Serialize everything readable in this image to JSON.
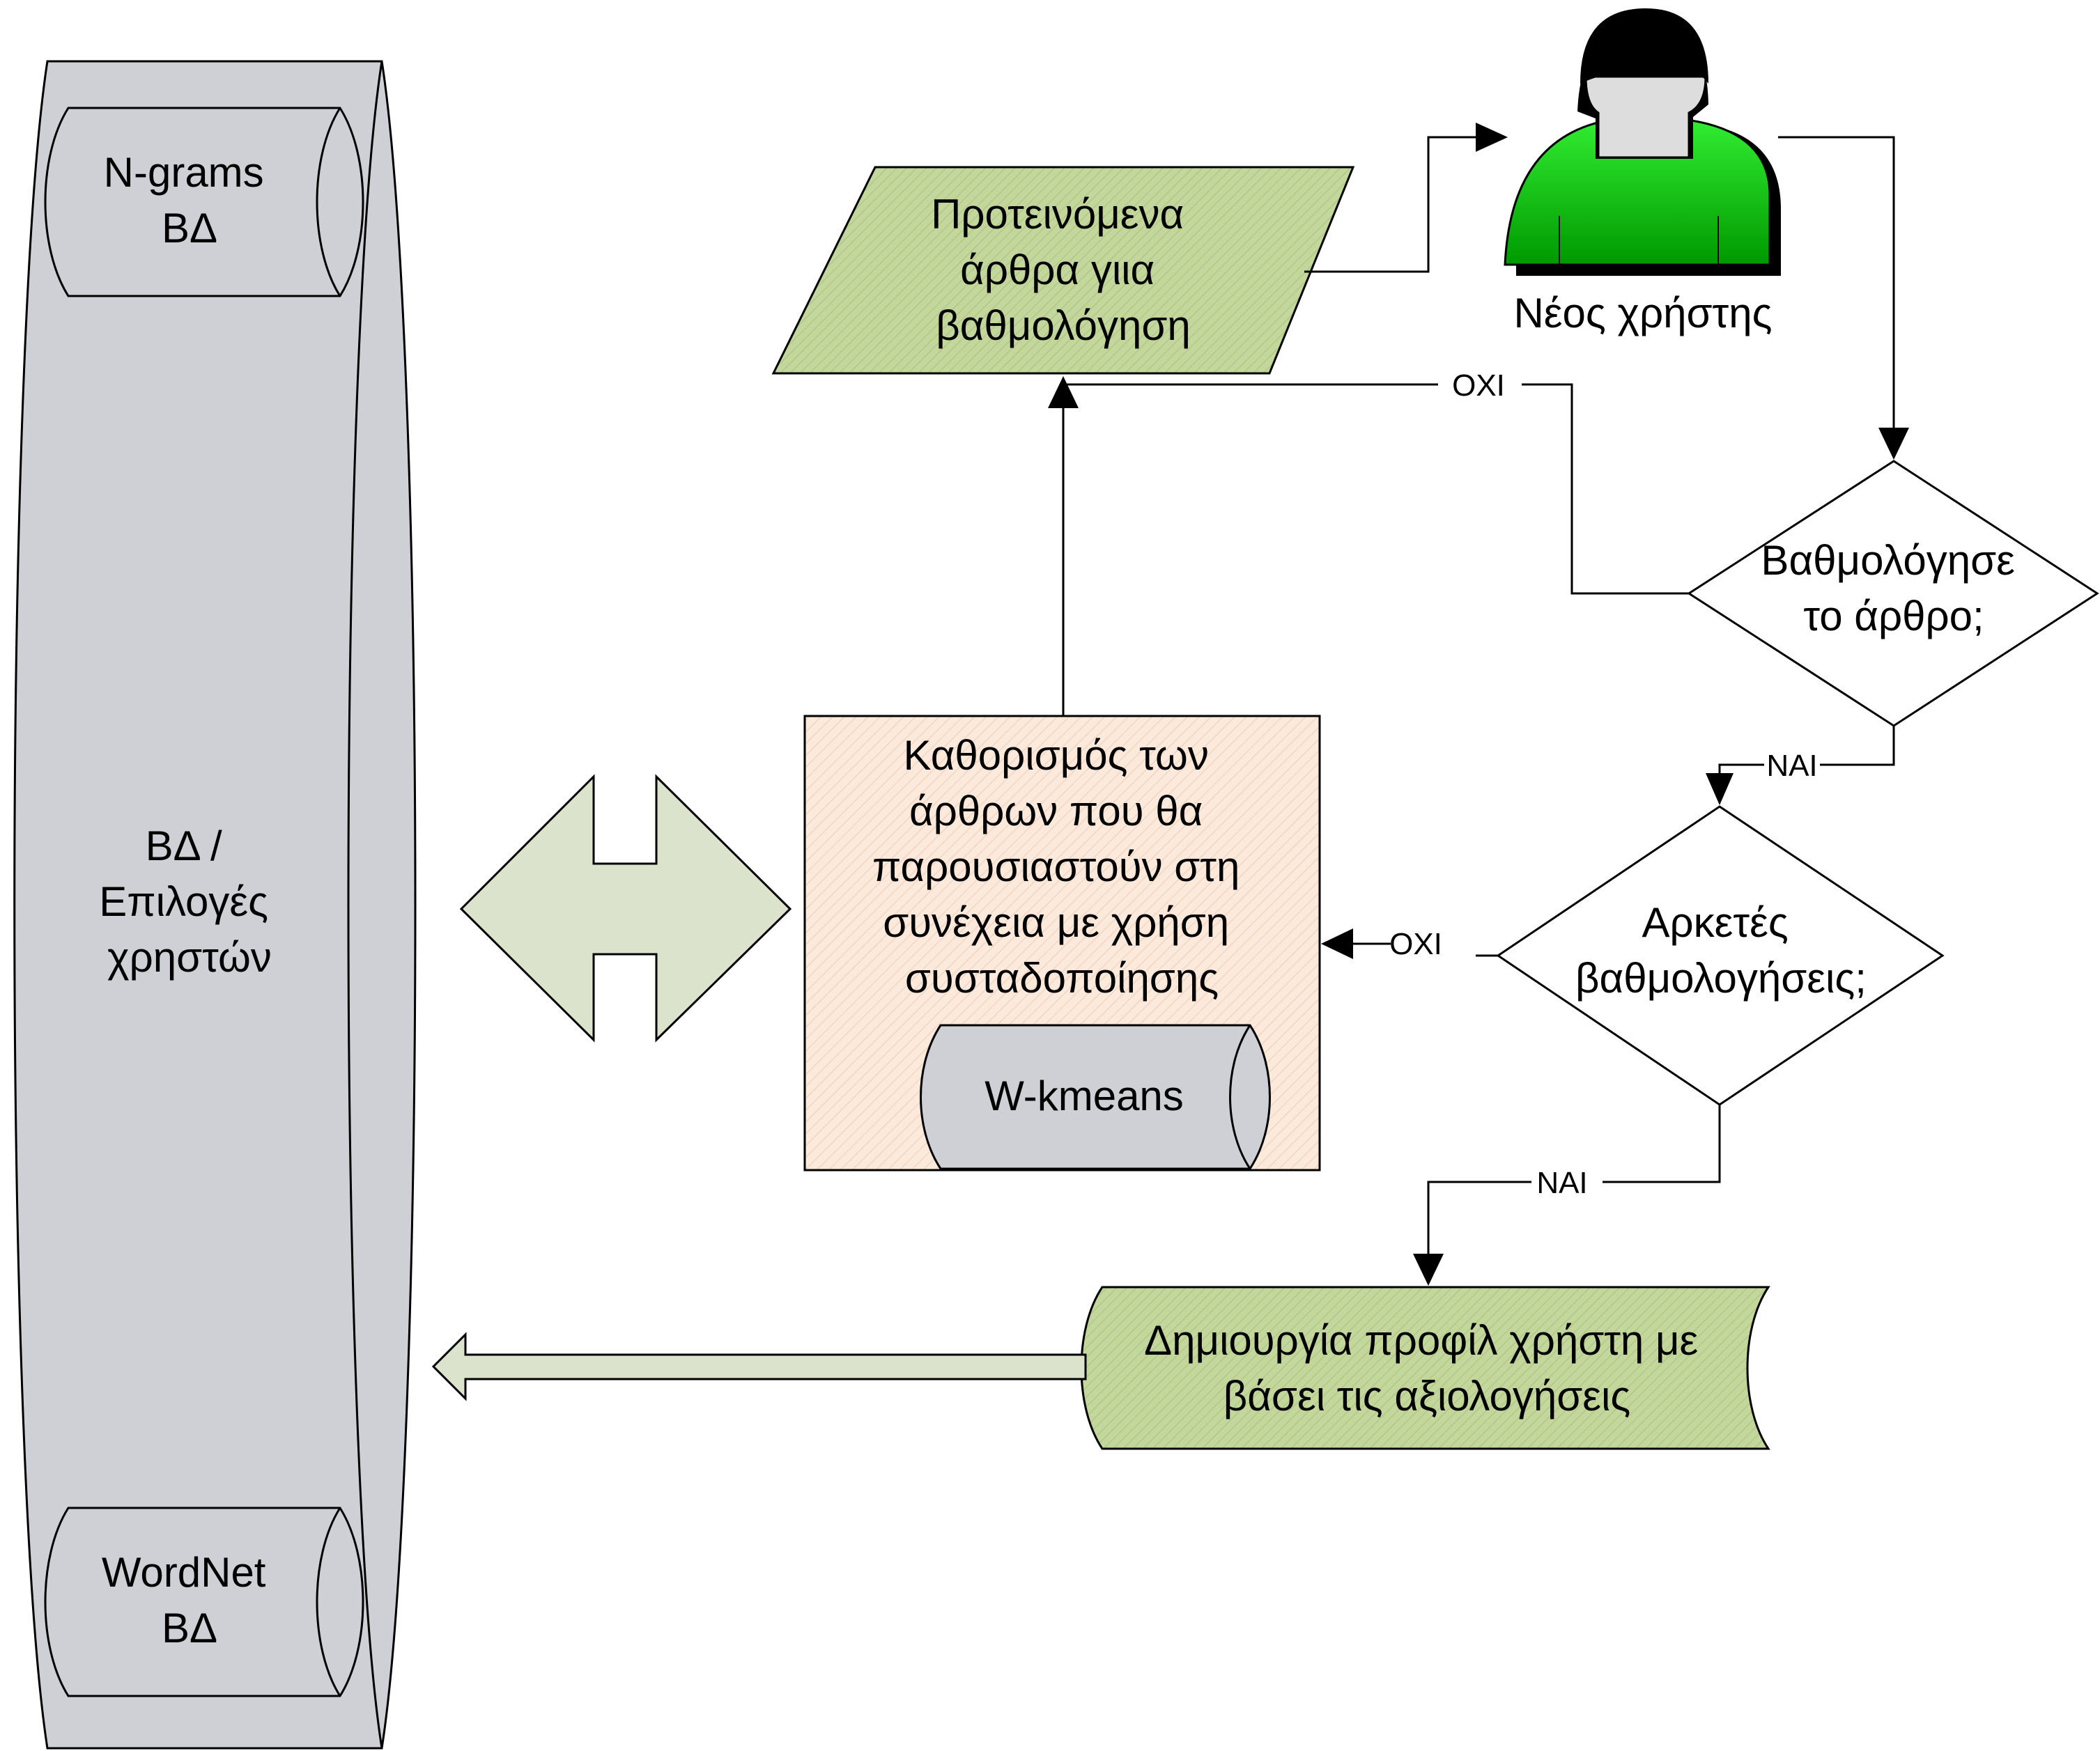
{
  "colors": {
    "db_fill": "#cfd0d6",
    "green_fill": "#c3d69b",
    "green_hatch": "#b2c887",
    "peach_fill": "#fbe9dc",
    "peach_hatch": "#f3d5c0",
    "double_arrow_fill": "#dbe3cc",
    "user_body": "#00cc00",
    "user_face": "#dddddd",
    "line": "#000000"
  },
  "database": {
    "main_label_lines": [
      "ΒΔ /",
      "Επιλογές",
      "χρηστών"
    ],
    "ngrams_lines": [
      "N-grams",
      "ΒΔ"
    ],
    "wordnet_lines": [
      "WordNet",
      "ΒΔ"
    ]
  },
  "suggested_articles": {
    "lines": [
      "Προτεινόμενα",
      "άρθρα γιια",
      "βαθμολόγηση"
    ]
  },
  "new_user": {
    "label": "Νέος χρήστης",
    "icon": "user-icon"
  },
  "decision_rated": {
    "lines": [
      "Βαθμολόγησε",
      "το άρθρο;"
    ]
  },
  "decision_enough": {
    "lines": [
      "Αρκετές",
      "βαθμολογήσεις;"
    ]
  },
  "clustering": {
    "lines": [
      "Καθορισμός των",
      "άρθρων που θα",
      "παρουσιαστούν στη",
      "συνέχεια με χρήση",
      "συσταδοποίησης"
    ],
    "wkmeans": "W-kmeans"
  },
  "profile": {
    "lines": [
      "Δημιουργία προφίλ χρήστη με",
      "βάσει τις αξιολογήσεις"
    ]
  },
  "edge_labels": {
    "no_rated": "ΟΧΙ",
    "yes_rated": "ΝΑΙ",
    "no_enough": "ΟΧΙ",
    "yes_enough": "ΝΑΙ"
  }
}
